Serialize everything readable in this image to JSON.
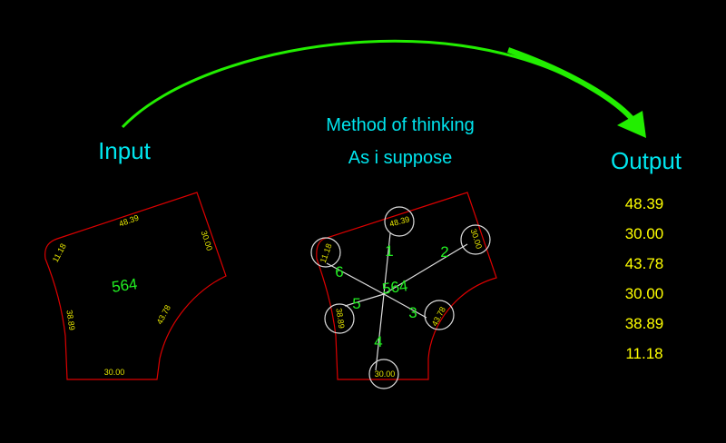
{
  "labels": {
    "input": "Input",
    "method_line1": "Method of thinking",
    "method_line2": "As i suppose",
    "output": "Output"
  },
  "parcel": {
    "area": "564",
    "edges": {
      "top": "48.39",
      "right": "30.00",
      "curve": "43.78",
      "bottom": "30.00",
      "left": "38.89",
      "corner": "11.18"
    }
  },
  "order_numbers": [
    "1",
    "2",
    "3",
    "4",
    "5",
    "6"
  ],
  "output_values": [
    "48.39",
    "30.00",
    "43.78",
    "30.00",
    "38.89",
    "11.18"
  ],
  "colors": {
    "background": "#000000",
    "boundary": "#dd0000",
    "dimension": "#e5e500",
    "area": "#22ee22",
    "heading": "#00e5ee",
    "arrow": "#22ee00"
  }
}
